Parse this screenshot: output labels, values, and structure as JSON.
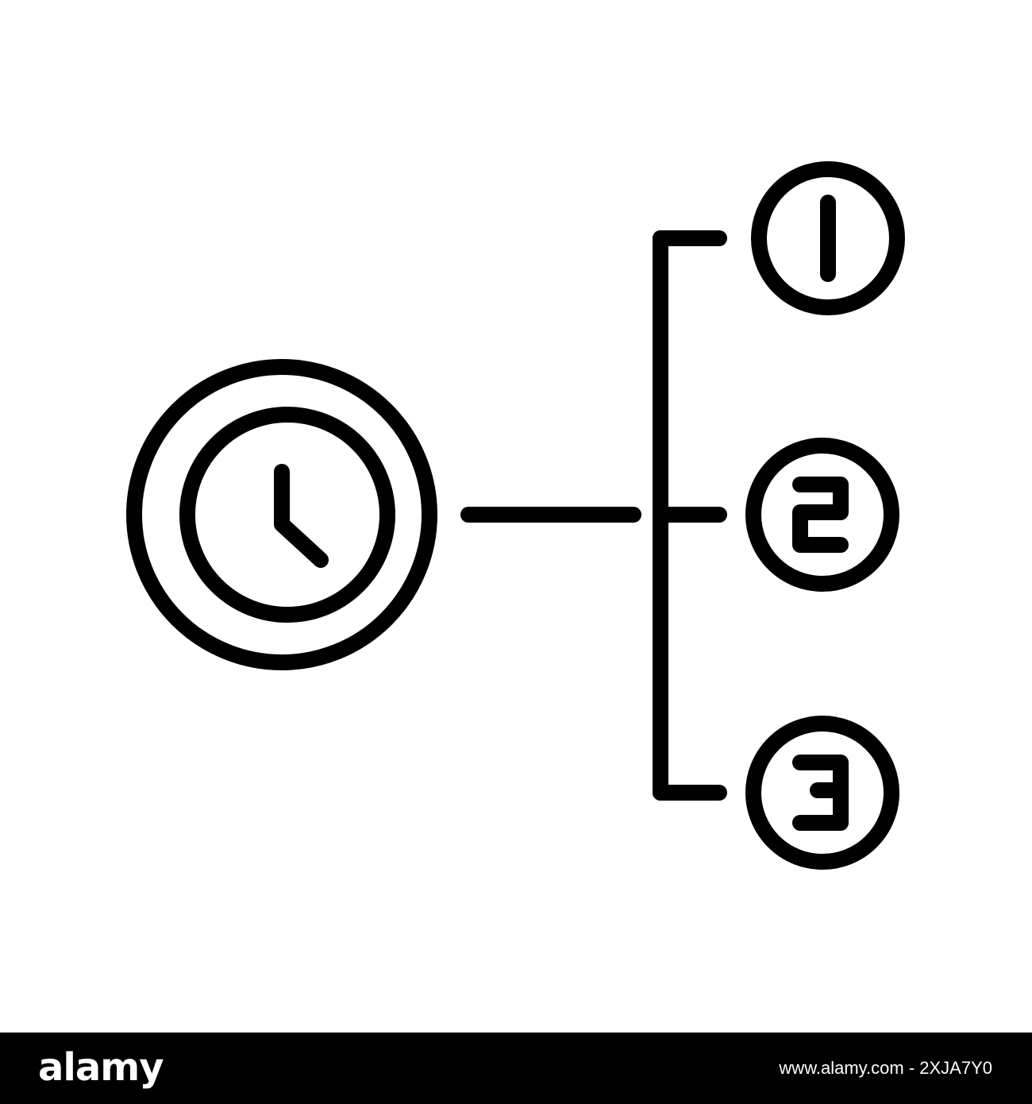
{
  "diagram": {
    "center_icon": "clock-icon",
    "steps": [
      {
        "label": "1",
        "icon": "number-1-circle-icon"
      },
      {
        "label": "2",
        "icon": "number-2-circle-icon"
      },
      {
        "label": "3",
        "icon": "number-3-circle-icon"
      }
    ],
    "stroke_color": "#000000",
    "background_color": "#ffffff"
  },
  "footer": {
    "logo_text": "alamy",
    "image_id": "www.alamy.com - 2XJA7Y0",
    "background_color": "#000000",
    "text_color": "#ffffff"
  }
}
